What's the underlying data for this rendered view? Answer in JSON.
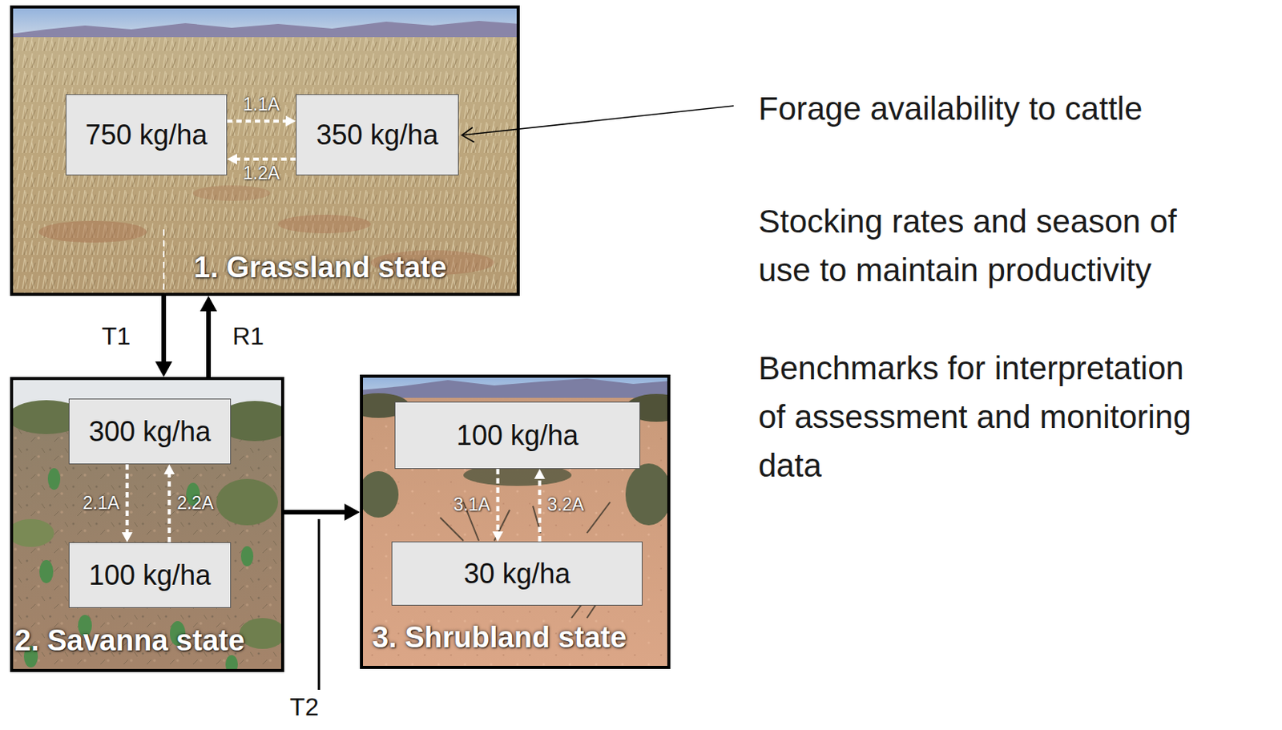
{
  "diagram": {
    "nodes": [
      {
        "text": [
          "1. Grassland state"
        ]
      },
      {
        "text": [
          "750 kg/ha"
        ],
        "in": 0
      },
      {
        "text": [
          "350 kg/ha"
        ],
        "in": 0
      },
      {
        "text": [
          "2. Savanna state"
        ]
      },
      {
        "text": [
          "300 kg/ha"
        ],
        "in": 3
      },
      {
        "text": [
          "100 kg/ha"
        ],
        "in": 3
      },
      {
        "text": [
          "3. Shrubland state"
        ]
      },
      {
        "text": [
          "100 kg/ha"
        ],
        "in": 6
      },
      {
        "text": [
          "30 kg/ha"
        ],
        "in": 6
      }
    ],
    "edges": [
      {
        "from": 1,
        "to": 2,
        "arrow": "to",
        "label": "1.1A"
      },
      {
        "from": 2,
        "to": 1,
        "arrow": "to",
        "label": "1.2A"
      },
      {
        "from": 0,
        "to": 3,
        "arrow": "to",
        "label": "T1"
      },
      {
        "from": 3,
        "to": 0,
        "arrow": "to",
        "label": "R1"
      },
      {
        "from": 3,
        "to": 6,
        "arrow": "to",
        "label": "T2"
      },
      {
        "from": 4,
        "to": 5,
        "arrow": "to",
        "label": "2.1A"
      },
      {
        "from": 5,
        "to": 4,
        "arrow": "to",
        "label": "2.2A"
      },
      {
        "from": 7,
        "to": 8,
        "arrow": "to",
        "label": "3.1A"
      },
      {
        "from": 8,
        "to": 7,
        "arrow": "to",
        "label": "3.2A"
      }
    ],
    "labels": [
      "Forage availability to cattle",
      "Stocking rates and season of use to maintain productivity",
      "Benchmarks for interpretation of assessment and monitoring data"
    ]
  }
}
